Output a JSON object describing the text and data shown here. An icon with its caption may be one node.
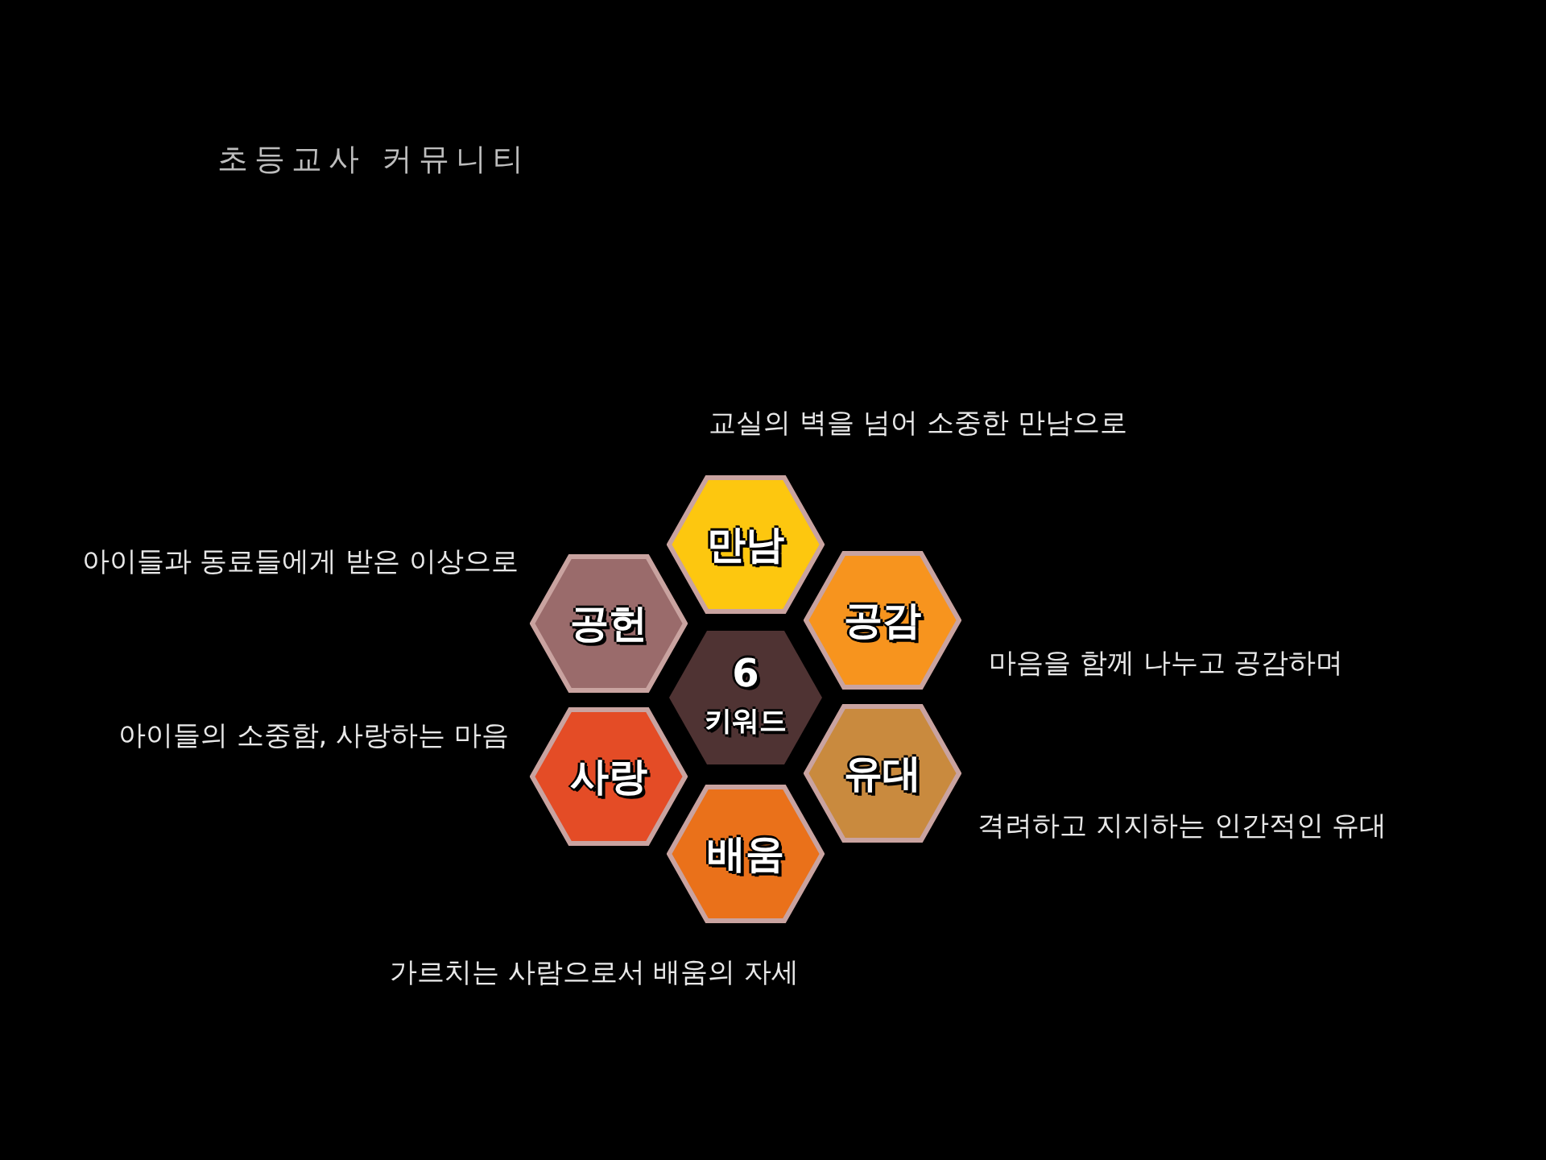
{
  "diagram": {
    "nodes": [
      {
        "text": [
          "만남"
        ],
        "beside": [
          "교실의 벽을 넘어 소중한 만남으로"
        ]
      },
      {
        "text": [
          "공헌"
        ],
        "beside": [
          "아이들과 동료들에게 받은 이상으로"
        ]
      },
      {
        "text": [
          "공감"
        ],
        "beside": [
          "마음을 함께 나누고 공감하며"
        ]
      },
      {
        "text": [
          "6",
          "키워드"
        ]
      },
      {
        "text": [
          "사랑"
        ],
        "beside": [
          "아이들의 소중함, 사랑하는 마음"
        ]
      },
      {
        "text": [
          "유대"
        ],
        "beside": [
          "격려하고 지지하는 인간적인 유대"
        ]
      },
      {
        "text": [
          "배움"
        ],
        "beside": [
          "가르치는 사람으로서 배움의 자세"
        ]
      }
    ],
    "labels": [
      "초등교사 커뮤니티"
    ]
  }
}
